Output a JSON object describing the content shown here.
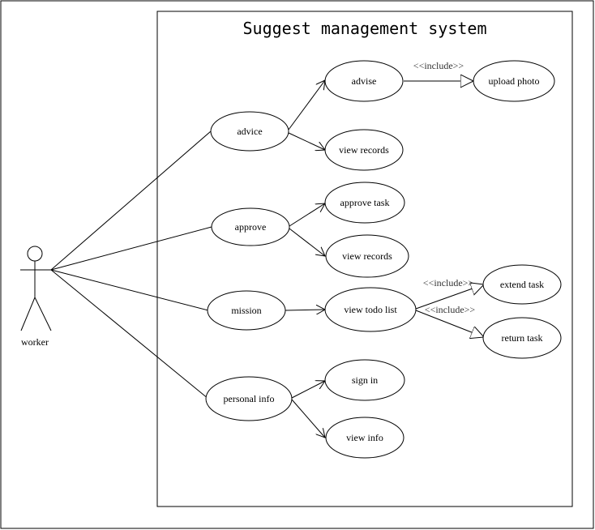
{
  "diagram": {
    "title": "Suggest management system",
    "actor": {
      "label": "worker"
    },
    "use_cases": {
      "advice": "advice",
      "approve": "approve",
      "mission": "mission",
      "personal_info": "personal info",
      "advise": "advise",
      "upload_photo": "upload photo",
      "view_records_1": "view records",
      "approve_task": "approve task",
      "view_records_2": "view records",
      "view_todo_list": "view todo list",
      "extend_task": "extend task",
      "return_task": "return task",
      "sign_in": "sign in",
      "view_info": "view info"
    },
    "stereotypes": {
      "include_upload": "<<include>>",
      "include_extend": "<<include>>",
      "include_return": "<<include>>"
    }
  }
}
